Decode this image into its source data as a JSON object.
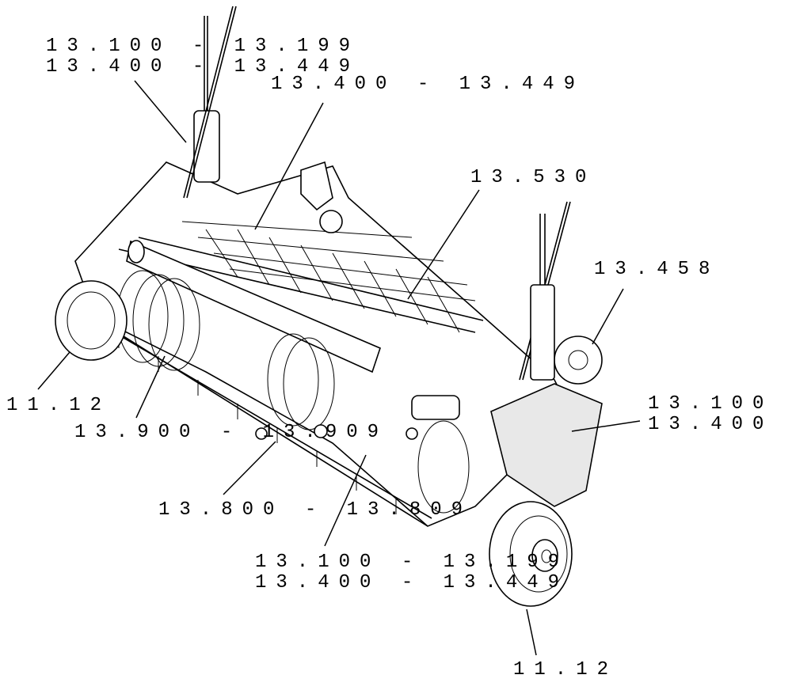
{
  "callouts": [
    {
      "id": "c1a",
      "text": "13.100 - 13.199"
    },
    {
      "id": "c1b",
      "text": "13.400 - 13.449"
    },
    {
      "id": "c2",
      "text": "13.400 - 13.449"
    },
    {
      "id": "c3",
      "text": "13.530"
    },
    {
      "id": "c4",
      "text": "13.458"
    },
    {
      "id": "c5a",
      "text": "13.100"
    },
    {
      "id": "c5b",
      "text": "13.400"
    },
    {
      "id": "c6",
      "text": "11.12"
    },
    {
      "id": "c7",
      "text": "13.900 - 13.909"
    },
    {
      "id": "c8",
      "text": "13.800 - 13.809"
    },
    {
      "id": "c9a",
      "text": "13.100 - 13.199"
    },
    {
      "id": "c9b",
      "text": "13.400 - 13.449"
    },
    {
      "id": "c10",
      "text": "11.12"
    }
  ]
}
